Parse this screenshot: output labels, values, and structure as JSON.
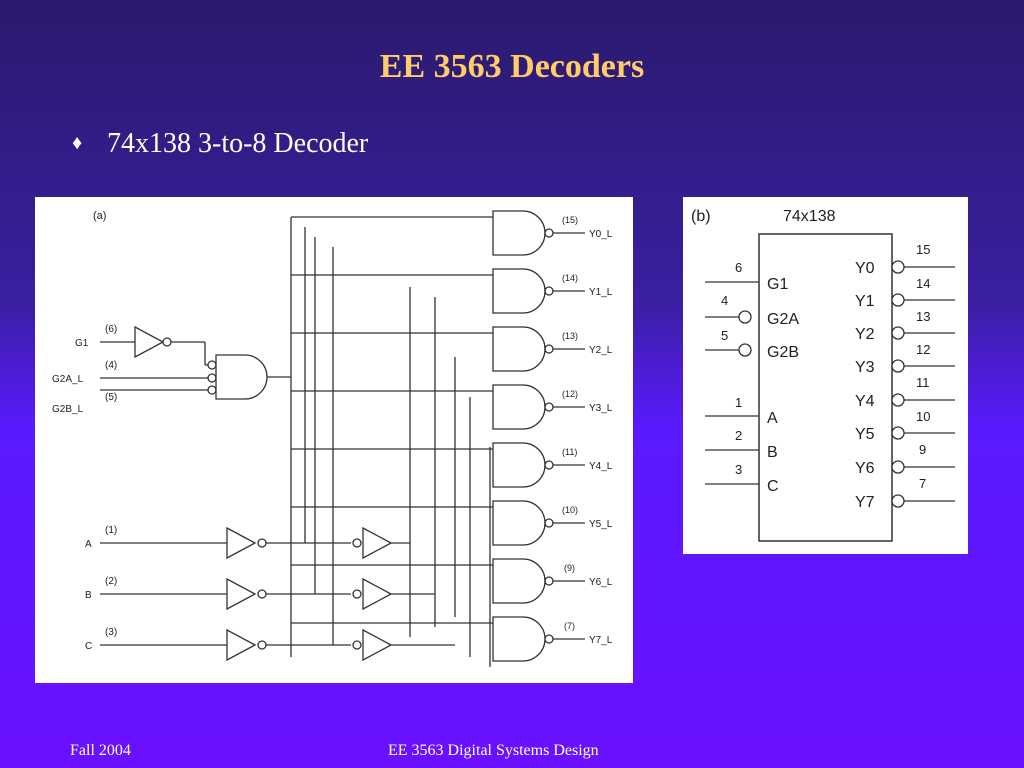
{
  "title": "EE 3563 Decoders",
  "bullet": {
    "icon": "diamond-bullet-icon",
    "text": "74x138 3-to-8 Decoder"
  },
  "figure_a": {
    "label": "(a)",
    "inputs": [
      {
        "name": "G1",
        "pin": "(6)"
      },
      {
        "name": "G2A_L",
        "pin": "(4)"
      },
      {
        "name": "G2B_L",
        "pin": "(5)"
      },
      {
        "name": "A",
        "pin": "(1)"
      },
      {
        "name": "B",
        "pin": "(2)"
      },
      {
        "name": "C",
        "pin": "(3)"
      }
    ],
    "outputs": [
      {
        "name": "Y0_L",
        "pin": "(15)"
      },
      {
        "name": "Y1_L",
        "pin": "(14)"
      },
      {
        "name": "Y2_L",
        "pin": "(13)"
      },
      {
        "name": "Y3_L",
        "pin": "(12)"
      },
      {
        "name": "Y4_L",
        "pin": "(11)"
      },
      {
        "name": "Y5_L",
        "pin": "(10)"
      },
      {
        "name": "Y6_L",
        "pin": "(9)"
      },
      {
        "name": "Y7_L",
        "pin": "(7)"
      }
    ]
  },
  "figure_b": {
    "label": "(b)",
    "chip_name": "74x138",
    "inputs": [
      {
        "name": "G1",
        "pin": "6"
      },
      {
        "name": "G2A",
        "pin": "4"
      },
      {
        "name": "G2B",
        "pin": "5"
      },
      {
        "name": "A",
        "pin": "1"
      },
      {
        "name": "B",
        "pin": "2"
      },
      {
        "name": "C",
        "pin": "3"
      }
    ],
    "outputs": [
      {
        "name": "Y0",
        "pin": "15"
      },
      {
        "name": "Y1",
        "pin": "14"
      },
      {
        "name": "Y2",
        "pin": "13"
      },
      {
        "name": "Y3",
        "pin": "12"
      },
      {
        "name": "Y4",
        "pin": "11"
      },
      {
        "name": "Y5",
        "pin": "10"
      },
      {
        "name": "Y6",
        "pin": "9"
      },
      {
        "name": "Y7",
        "pin": "7"
      }
    ]
  },
  "footer": {
    "left": "Fall 2004",
    "center": "EE 3563 Digital Systems Design"
  },
  "colors": {
    "title": "#ffcc66",
    "text": "#ffffff",
    "bg_top": "#2a1a6e",
    "bg_bottom": "#6a10ff"
  }
}
